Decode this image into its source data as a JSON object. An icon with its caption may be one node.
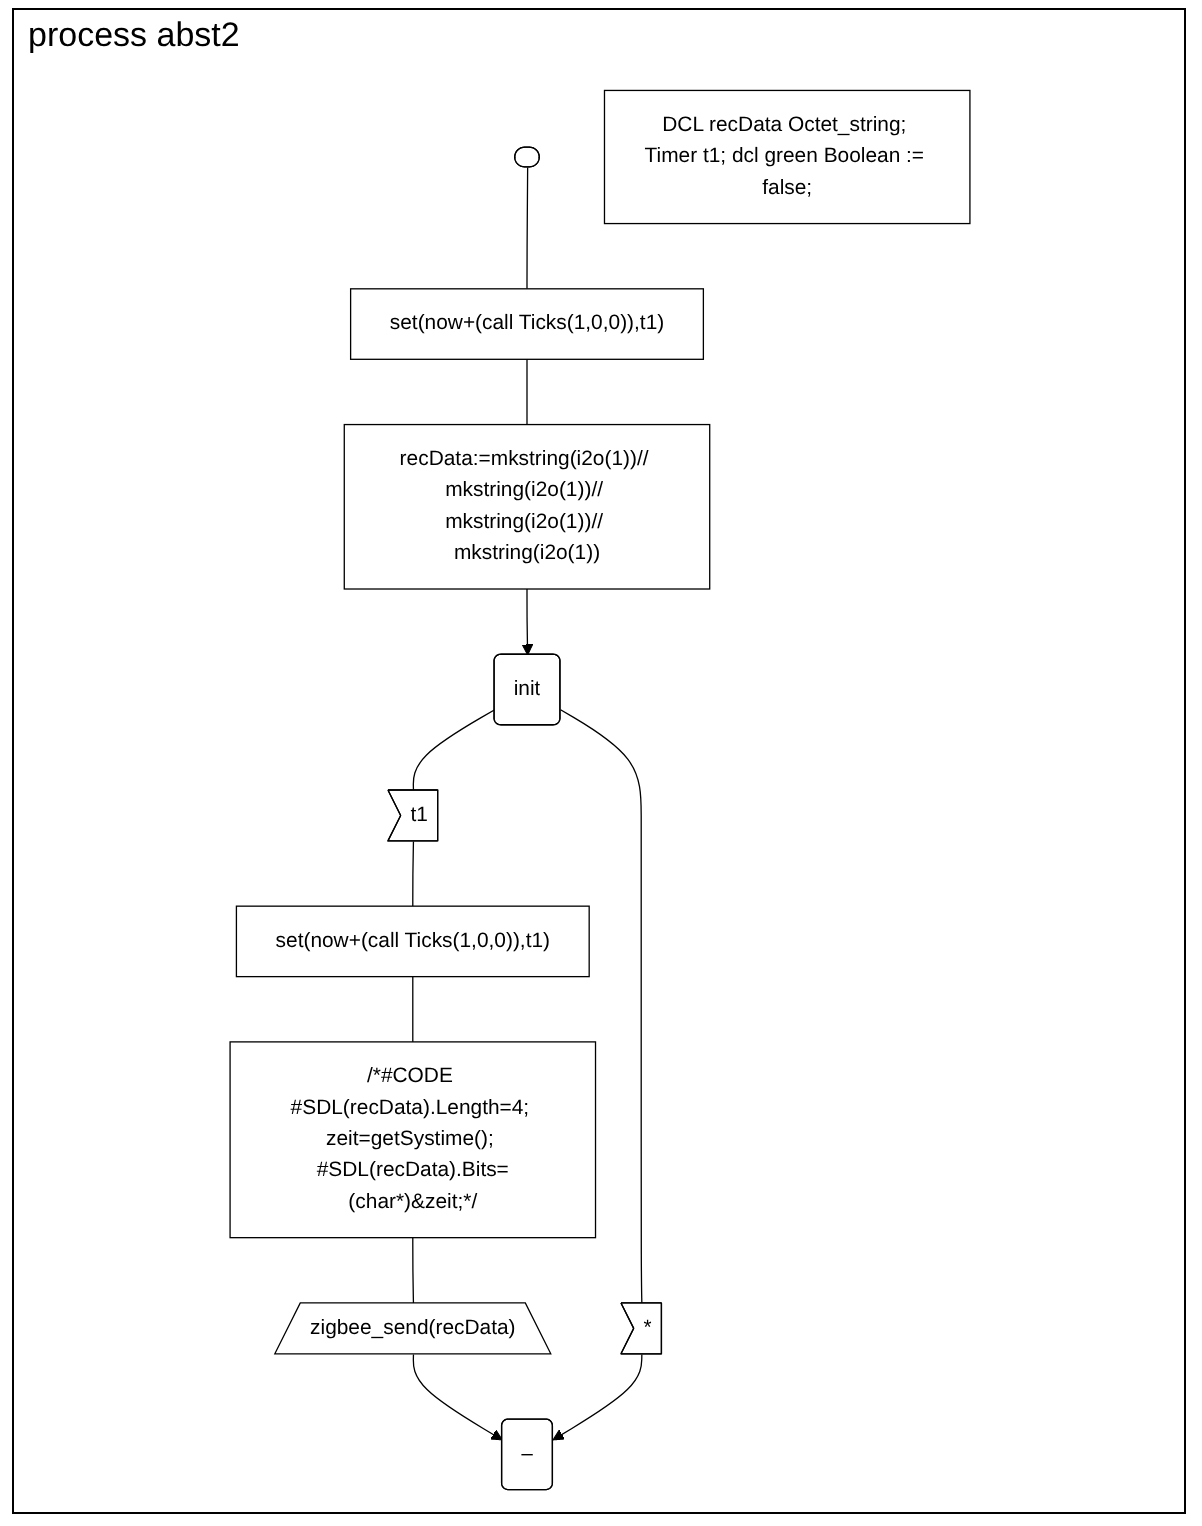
{
  "diagram": {
    "title": "process abst2",
    "nodes": [
      {
        "text": [],
        "shape": "box"
      },
      {
        "text": [
          "set(now+(call Ticks(1,0,0)),t1)"
        ]
      },
      {
        "text": [
          "recData:=mkstring(i2o(1))// mkstring(i2o(1))// mkstring(i2o(1))// mkstring(i2o(1))"
        ]
      },
      {
        "text": [
          "init"
        ]
      },
      {
        "text": [
          "t1"
        ]
      },
      {
        "text": [
          "*"
        ]
      },
      {
        "text": [
          "set(now+(call Ticks(1,0,0)),t1)"
        ]
      },
      {
        "text": [
          "/*#CODE #SDL(recData).Length=4; zeit=getSystime(); #SDL(recData).Bits=(char*)&zeit;*/"
        ]
      },
      {
        "text": [
          "zigbee_send(recData)"
        ]
      },
      {
        "text": [
          "–"
        ]
      },
      {
        "text": [
          "DCL recData Octet_string; Timer t1; dcl green Boolean := false;"
        ]
      }
    ],
    "edges": [
      {
        "from": 0,
        "to": 1,
        "arrow": "none"
      },
      {
        "from": 1,
        "to": 2,
        "arrow": "none"
      },
      {
        "from": 2,
        "to": 3,
        "arrow": "to"
      },
      {
        "from": 3,
        "to": 4,
        "arrow": "none"
      },
      {
        "from": 3,
        "to": 5,
        "arrow": "none"
      },
      {
        "from": 4,
        "to": 6,
        "arrow": "none"
      },
      {
        "from": 6,
        "to": 7,
        "arrow": "none"
      },
      {
        "from": 7,
        "to": 8,
        "arrow": "none"
      },
      {
        "from": 8,
        "to": 9,
        "arrow": "to"
      },
      {
        "from": 5,
        "to": 9,
        "arrow": "to"
      }
    ]
  }
}
